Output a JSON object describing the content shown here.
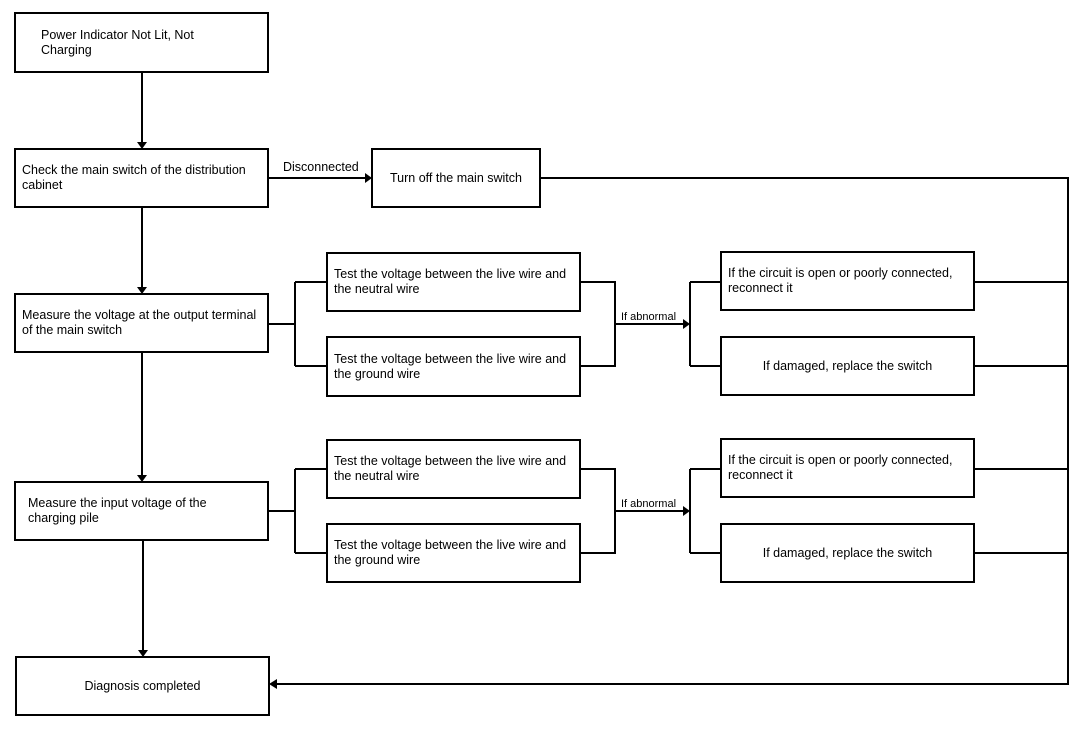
{
  "colors": {
    "stroke": "#000000",
    "box_fill": "#ffffff",
    "background": "#ffffff"
  },
  "nodes": {
    "start": "Power Indicator Not Lit, Not Charging",
    "check_main_switch": "Check the main switch of the distribution cabinet",
    "turn_off_main_switch": "Turn off the main switch",
    "measure_output_terminal": "Measure the voltage at the output terminal of the main switch",
    "measure_input_voltage": "Measure the input voltage of the charging pile",
    "diagnosis_completed": "Diagnosis completed",
    "test_live_neutral_1": "Test the voltage between the live wire and the neutral wire",
    "test_live_ground_1": "Test the voltage between the live wire and the ground wire",
    "test_live_neutral_2": "Test the voltage between the live wire and the neutral wire",
    "test_live_ground_2": "Test the voltage between the live wire and the ground wire",
    "reconnect_1": "If the circuit is open or poorly connected, reconnect it",
    "replace_switch_1": "If damaged, replace the switch",
    "reconnect_2": "If the circuit is open or poorly connected, reconnect it",
    "replace_switch_2": "If damaged, replace the switch"
  },
  "edge_labels": {
    "disconnected": "Disconnected",
    "if_abnormal_1": "If abnormal",
    "if_abnormal_2": "If abnormal"
  }
}
